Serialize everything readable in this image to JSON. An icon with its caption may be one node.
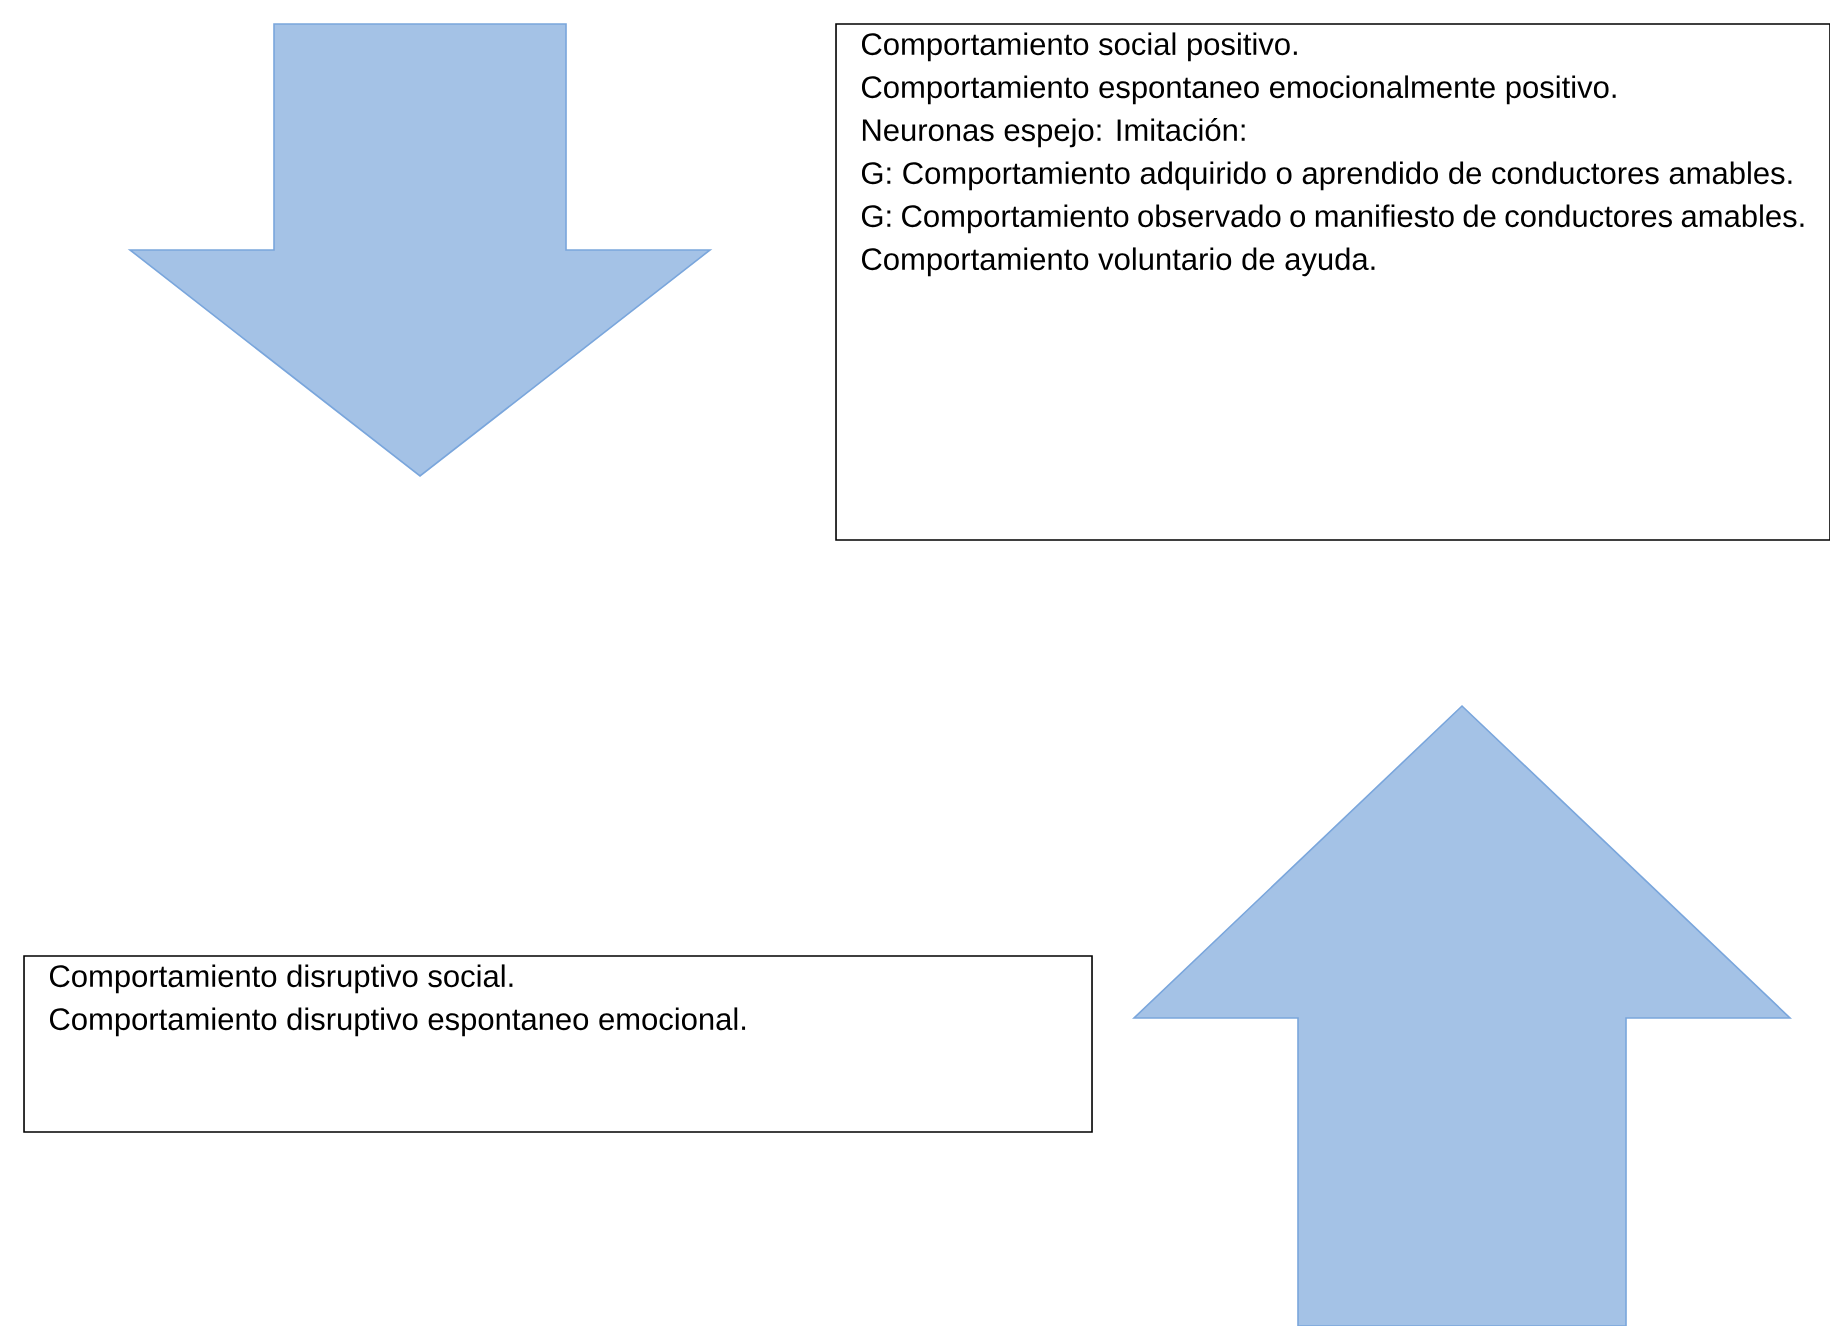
{
  "diagram": {
    "nodes": [
      {
        "text": [],
        "shape": "arrow"
      },
      {
        "text": [
          "Comportamiento social positivo.",
          "Comportamiento espontaneo emocionalmente positivo.",
          "Neuronas espejo: Imitación:",
          "G: Comportamiento adquirido o aprendido de conductores amables.",
          "G: Comportamiento observado o manifiesto de conductores amables.",
          "Comportamiento voluntario de ayuda."
        ]
      },
      {
        "text": [
          "Comportamiento disruptivo social.",
          "Comportamiento disruptivo espontaneo emocional."
        ]
      },
      {
        "text": [],
        "shape": "arrow"
      }
    ]
  }
}
